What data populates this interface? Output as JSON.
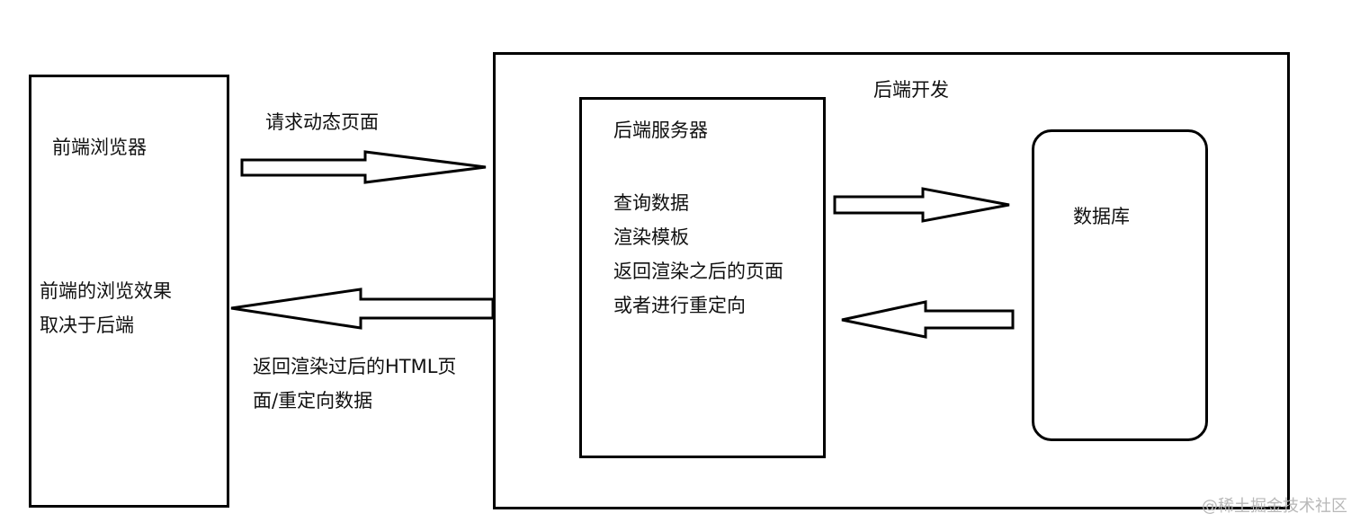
{
  "frontend": {
    "title": "前端浏览器",
    "description": [
      "前端的浏览效果",
      "取决于后端"
    ]
  },
  "backend": {
    "title": "后端开发",
    "server": {
      "title": "后端服务器",
      "steps": [
        "查询数据",
        "渲染模板",
        "返回渲染之后的页面",
        "或者进行重定向"
      ]
    },
    "database": {
      "title": "数据库"
    }
  },
  "flows": {
    "request_label": "请求动态页面",
    "response_label": [
      "返回渲染过后的HTML页",
      "面/重定向数据"
    ]
  },
  "watermark": "@稀土掘金技术社区"
}
